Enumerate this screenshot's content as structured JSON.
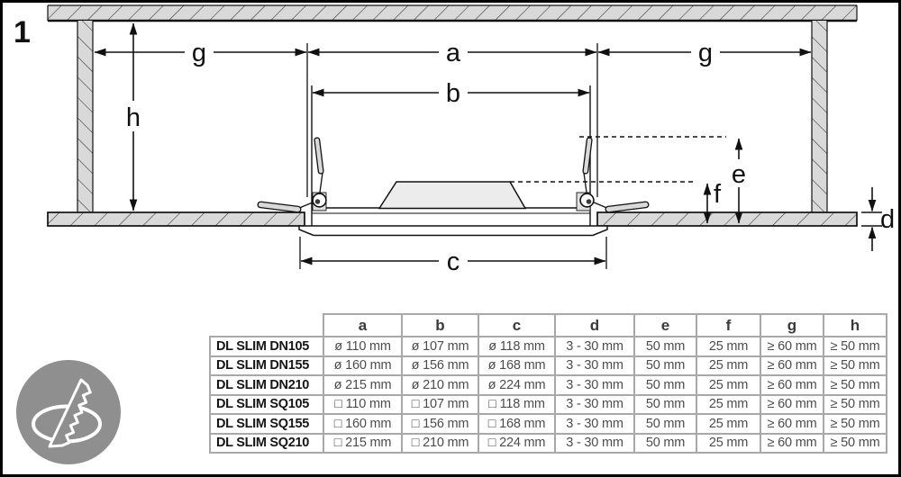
{
  "figure_number": "1",
  "diagram": {
    "labels": {
      "a": "a",
      "b": "b",
      "c": "c",
      "d": "d",
      "e": "e",
      "f": "f",
      "g": "g",
      "h": "h"
    },
    "description": "cross-section of recessed downlight mounted in suspended ceiling between two walls"
  },
  "icon": {
    "name": "ceiling-cutout-saw-icon",
    "circle_color": "#8f8f8f",
    "glyph_color": "#ffffff"
  },
  "table": {
    "columns": [
      "a",
      "b",
      "c",
      "d",
      "e",
      "f",
      "g",
      "h"
    ],
    "rows": [
      {
        "label": "DL SLIM DN105",
        "values": [
          "ø 110 mm",
          "ø 107 mm",
          "ø 118 mm",
          "3 - 30 mm",
          "50 mm",
          "25 mm",
          "≥ 60 mm",
          "≥ 50 mm"
        ]
      },
      {
        "label": "DL SLIM DN155",
        "values": [
          "ø 160 mm",
          "ø 156 mm",
          "ø 168 mm",
          "3 - 30 mm",
          "50 mm",
          "25 mm",
          "≥ 60 mm",
          "≥ 50 mm"
        ]
      },
      {
        "label": "DL SLIM DN210",
        "values": [
          "ø 215 mm",
          "ø 210 mm",
          "ø 224 mm",
          "3 - 30 mm",
          "50 mm",
          "25 mm",
          "≥ 60 mm",
          "≥ 50 mm"
        ]
      },
      {
        "label": "DL SLIM SQ105",
        "values": [
          "□ 110 mm",
          "□ 107 mm",
          "□ 118 mm",
          "3 - 30 mm",
          "50 mm",
          "25 mm",
          "≥ 60 mm",
          "≥ 50 mm"
        ]
      },
      {
        "label": "DL SLIM SQ155",
        "values": [
          "□ 160 mm",
          "□ 156 mm",
          "□ 168 mm",
          "3 - 30 mm",
          "50 mm",
          "25 mm",
          "≥ 60 mm",
          "≥ 50 mm"
        ]
      },
      {
        "label": "DL SLIM SQ210",
        "values": [
          "□ 215 mm",
          "□ 210 mm",
          "□ 224 mm",
          "3 - 30 mm",
          "50 mm",
          "25 mm",
          "≥ 60 mm",
          "≥ 50 mm"
        ]
      }
    ]
  },
  "colors": {
    "material_fill": "#d9d9d9",
    "line": "#111111",
    "table_border": "#a8a8a8",
    "icon_gray": "#8f8f8f"
  }
}
